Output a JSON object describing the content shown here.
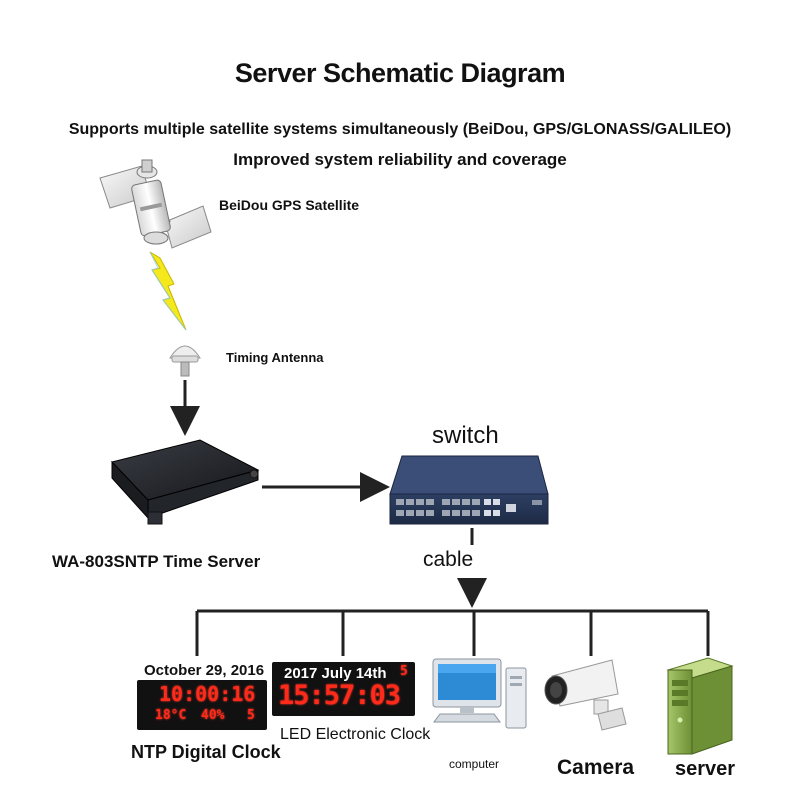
{
  "title": "Server Schematic Diagram",
  "subtitle_1": "Supports multiple satellite systems simultaneously (BeiDou, GPS/GLONASS/GALILEO)",
  "subtitle_2": "Improved system reliability and coverage",
  "nodes": {
    "satellite": "BeiDou GPS Satellite",
    "antenna": "Timing Antenna",
    "time_server": "WA-803SNTP Time Server",
    "switch": "switch",
    "cable": "cable"
  },
  "devices": [
    {
      "label": "NTP Digital Clock",
      "date": "October 29, 2016",
      "time": "10:00:16",
      "temp": "18°C",
      "humidity": "40%",
      "day": "5"
    },
    {
      "label": "LED Electronic Clock",
      "date": "2017 July 14th",
      "time": "15:57:03",
      "day": "5"
    },
    {
      "label": "computer"
    },
    {
      "label": "Camera"
    },
    {
      "label": "server"
    }
  ]
}
